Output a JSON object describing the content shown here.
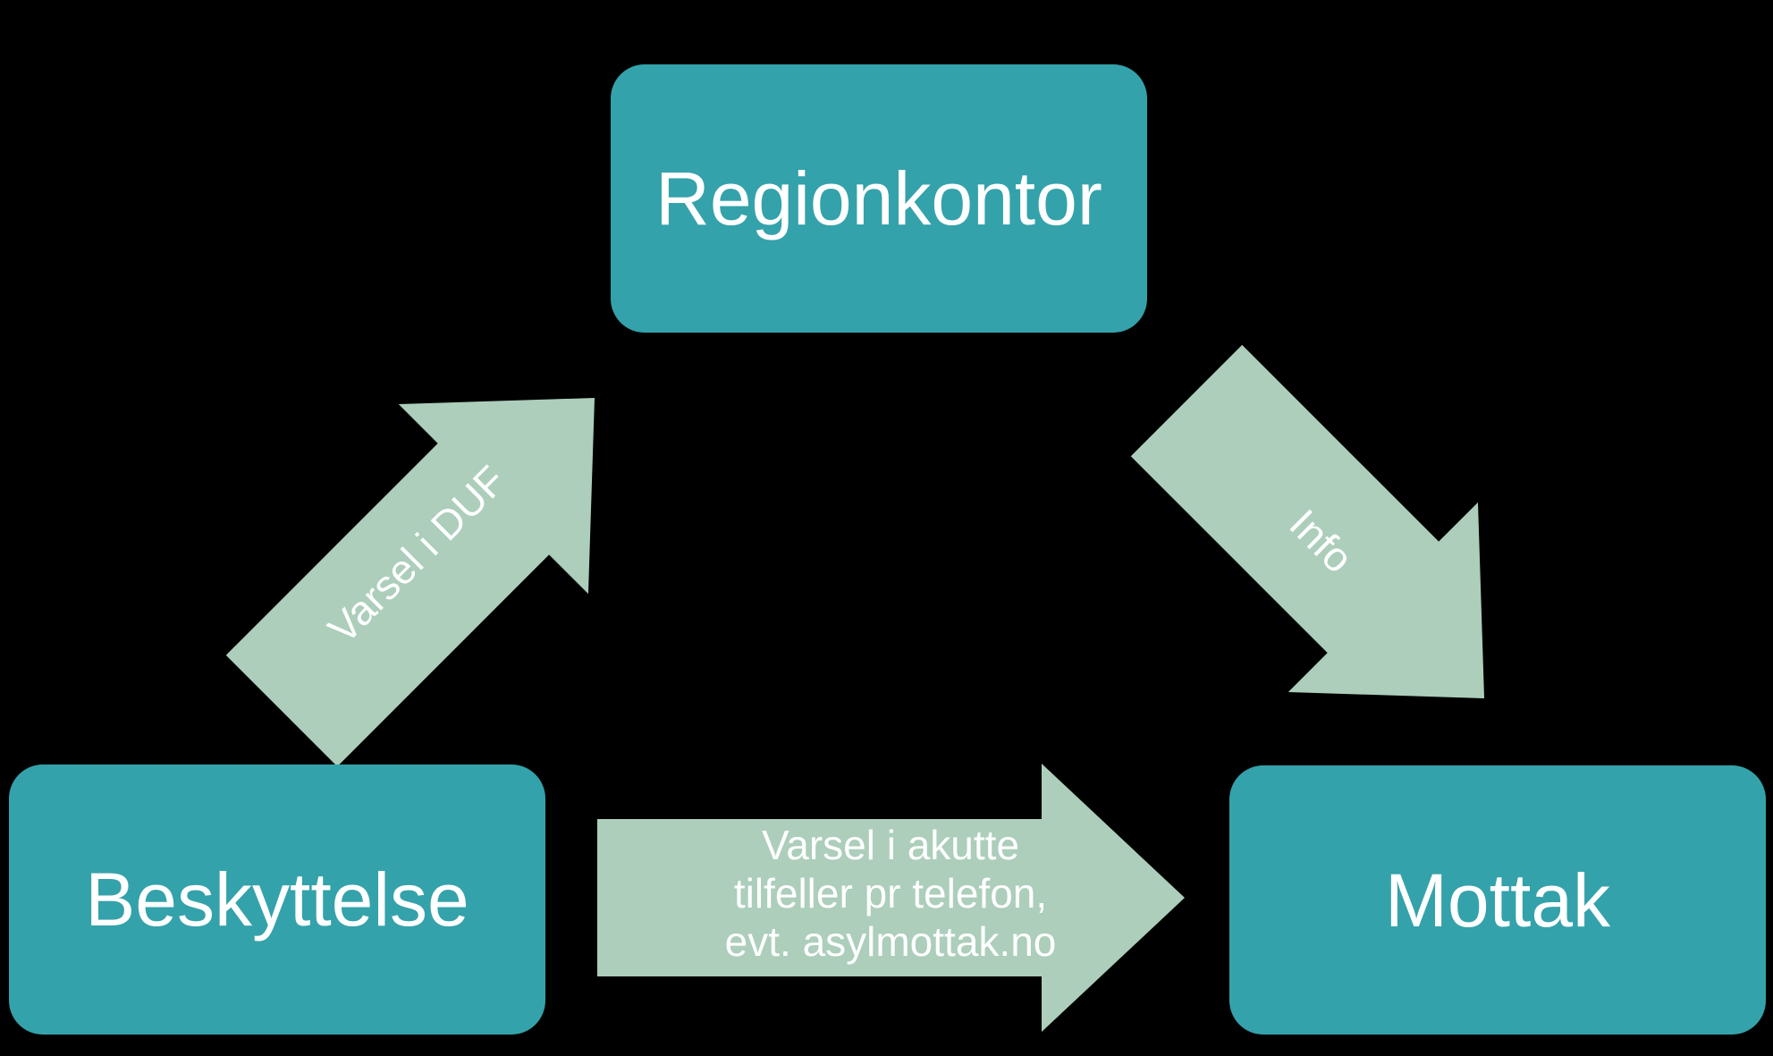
{
  "colors": {
    "background": "#000000",
    "node_fill": "#34a2aa",
    "arrow_fill": "#accebb",
    "label_text": "#ffffff"
  },
  "nodes": [
    {
      "id": "regionkontor",
      "label": "Regionkontor"
    },
    {
      "id": "beskyttelse",
      "label": "Beskyttelse"
    },
    {
      "id": "mottak",
      "label": "Mottak"
    }
  ],
  "arrows": [
    {
      "id": "beskyttelse-to-regionkontor",
      "label": "Varsel i DUF"
    },
    {
      "id": "regionkontor-to-mottak",
      "label": "Info"
    },
    {
      "id": "beskyttelse-to-mottak",
      "lines": [
        "Varsel i akutte",
        "tilfeller pr telefon,",
        "evt. asylmottak.no"
      ]
    }
  ]
}
